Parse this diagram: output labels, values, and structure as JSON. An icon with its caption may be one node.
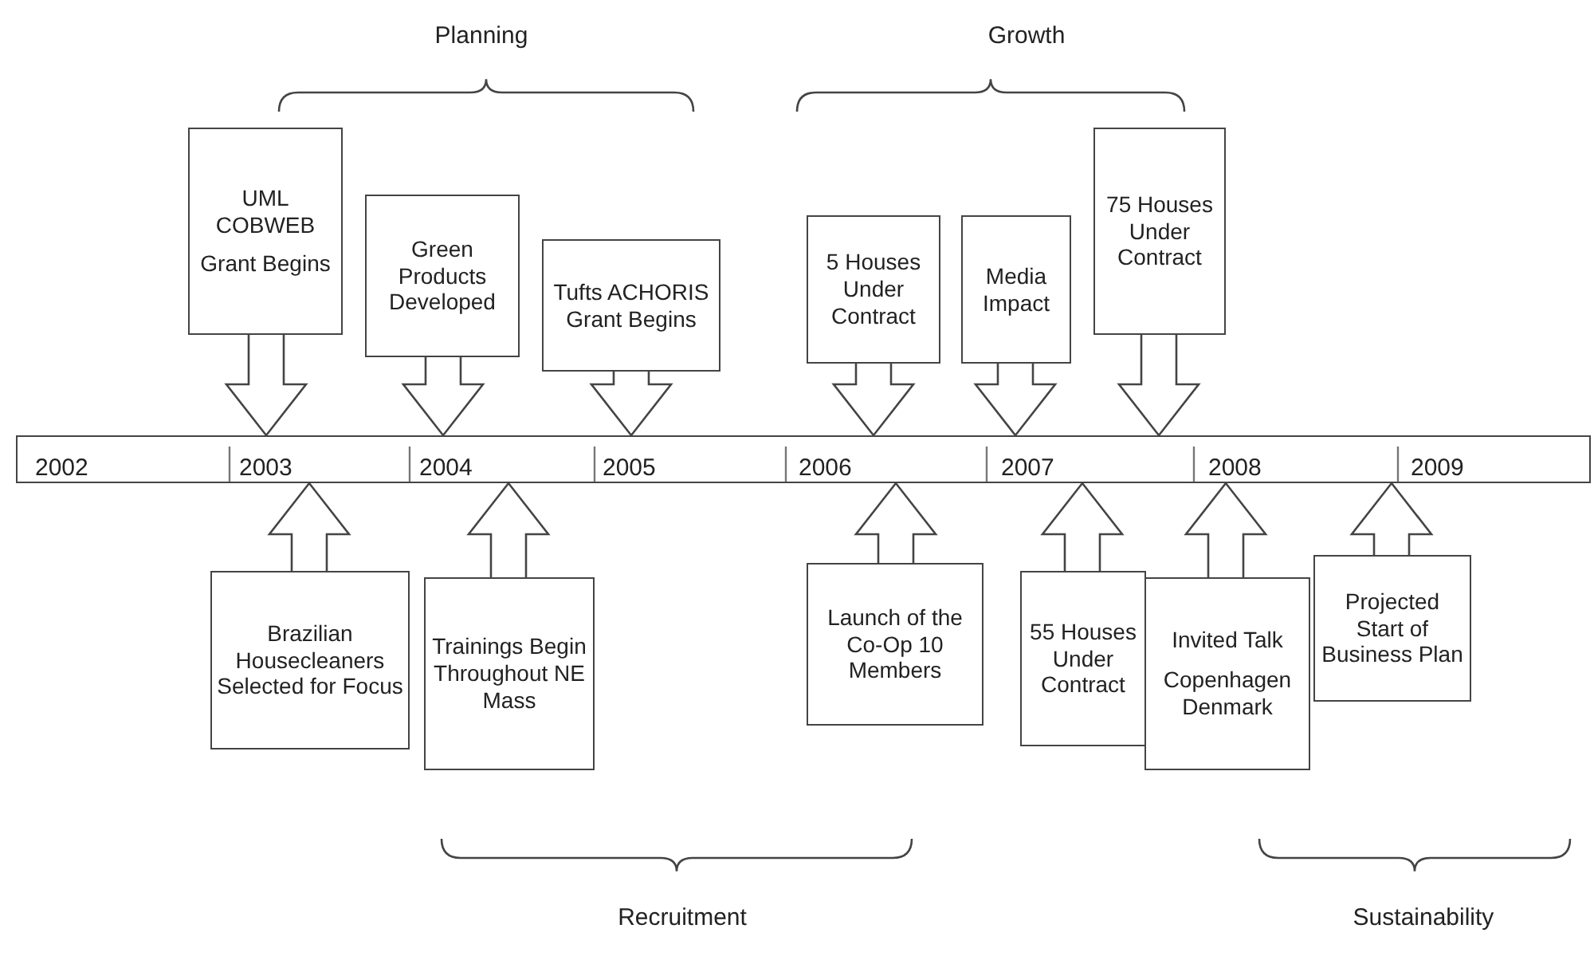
{
  "diagram": {
    "nodes": [
      {
        "text": [
          "UML COBWEB",
          "Grant Begins"
        ]
      },
      {
        "text": [
          "Green Products Developed"
        ]
      },
      {
        "text": [
          "Tufts ACHORIS Grant Begins"
        ]
      },
      {
        "text": [
          "5 Houses Under Contract"
        ]
      },
      {
        "text": [
          "Media Impact"
        ]
      },
      {
        "text": [
          "75 Houses Under Contract"
        ]
      },
      {
        "text": [],
        "shape": "bar"
      },
      {
        "text": [
          "Brazilian Housecleaners Selected for Focus"
        ]
      },
      {
        "text": [
          "Trainings Begin Throughout NE Mass"
        ]
      },
      {
        "text": [
          "Launch of the Co-Op 10 Members"
        ]
      },
      {
        "text": [
          "55 Houses Under Contract"
        ]
      },
      {
        "text": [
          "Invited Talk",
          "Copenhagen Denmark"
        ]
      },
      {
        "text": [
          "Projected Start of Business Plan"
        ]
      }
    ],
    "edges": [
      {
        "from": 0,
        "to": 6,
        "arrow": "to"
      },
      {
        "from": 1,
        "to": 6,
        "arrow": "to"
      },
      {
        "from": 2,
        "to": 6,
        "arrow": "to"
      },
      {
        "from": 3,
        "to": 6,
        "arrow": "to"
      },
      {
        "from": 4,
        "to": 6,
        "arrow": "to"
      },
      {
        "from": 5,
        "to": 6,
        "arrow": "to"
      },
      {
        "from": 7,
        "to": 6,
        "arrow": "to"
      },
      {
        "from": 8,
        "to": 6,
        "arrow": "to"
      },
      {
        "from": 9,
        "to": 6,
        "arrow": "to"
      },
      {
        "from": 10,
        "to": 6,
        "arrow": "to"
      },
      {
        "from": 11,
        "to": 6,
        "arrow": "to"
      },
      {
        "from": 12,
        "to": 6,
        "arrow": "to"
      }
    ],
    "labels": [
      "Planning",
      "Growth",
      "2002",
      "2003",
      "2004",
      "2005",
      "2006",
      "2007",
      "2008",
      "2009",
      "Recruitment",
      "Sustainability"
    ]
  }
}
